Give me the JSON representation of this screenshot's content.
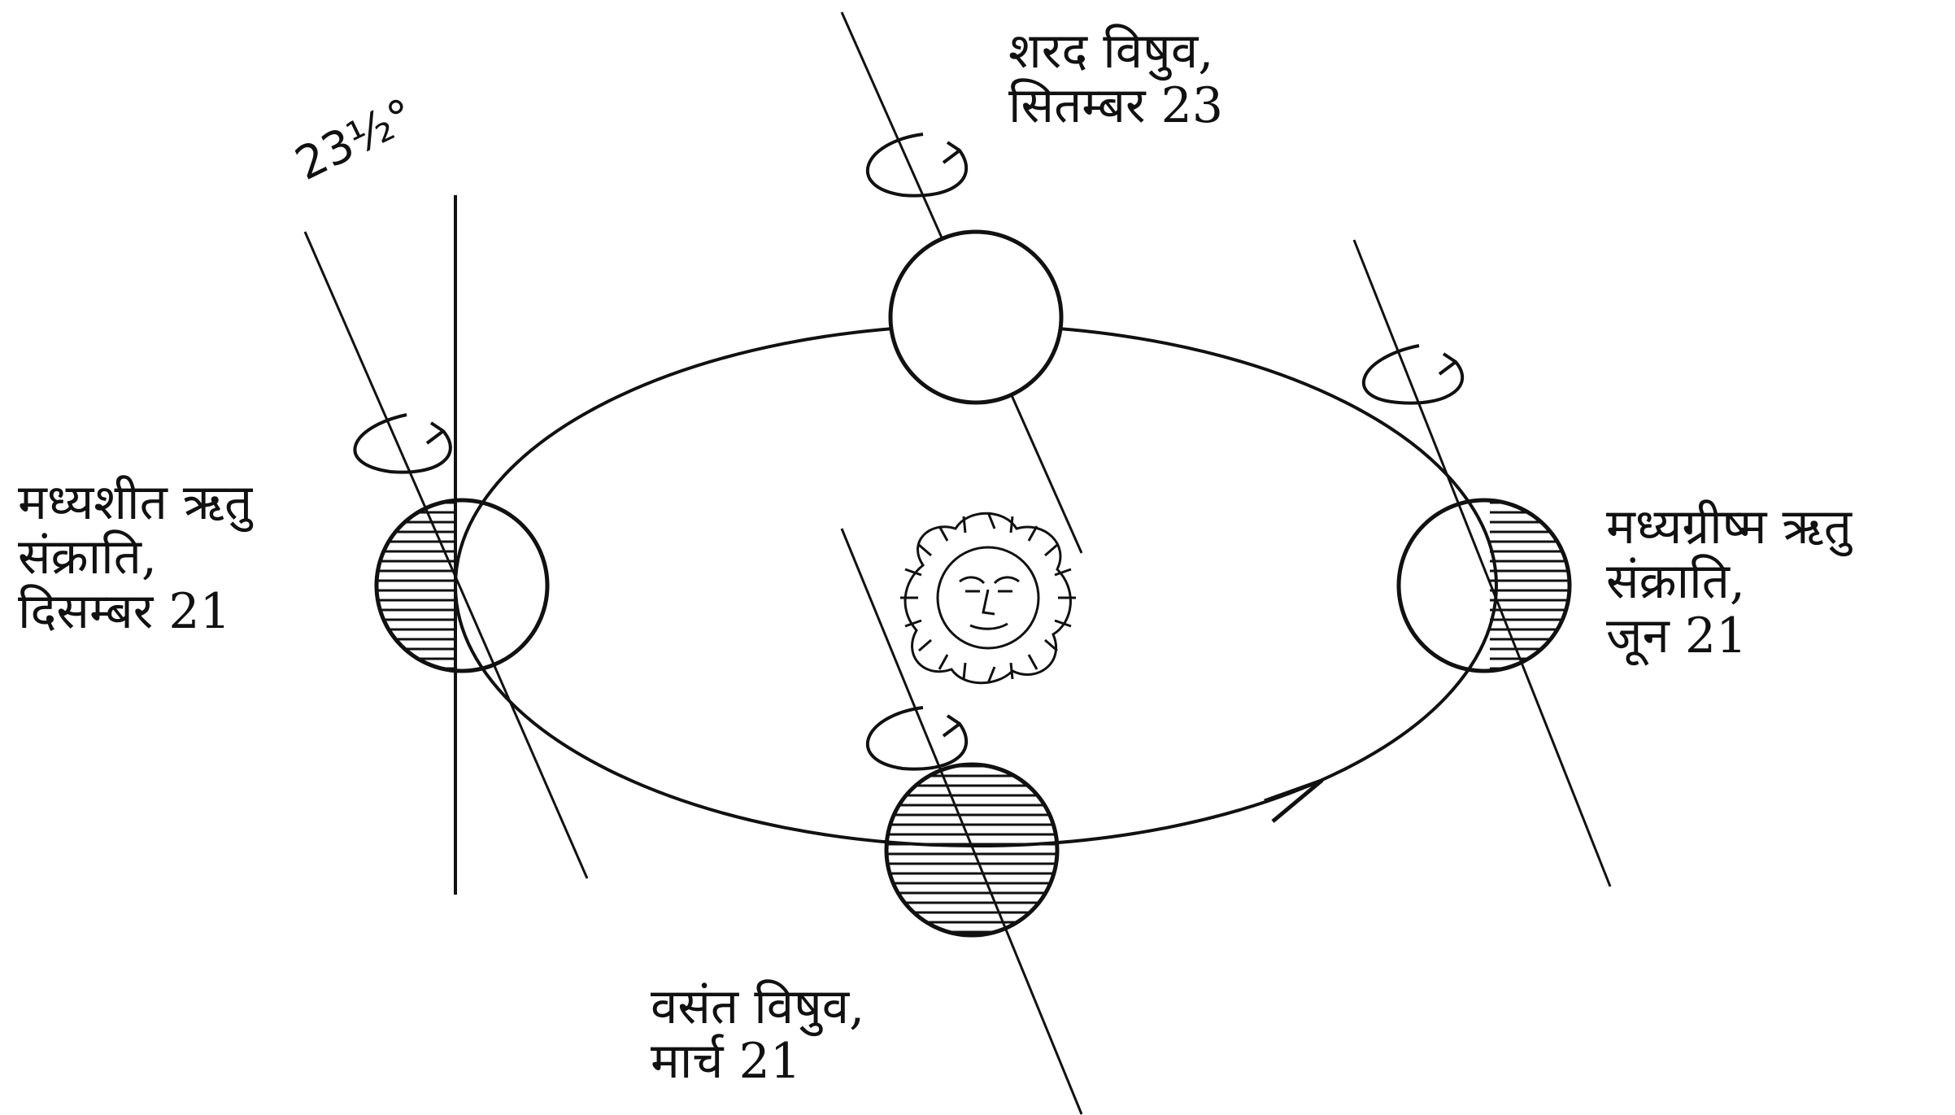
{
  "labels": {
    "winter_solstice": [
      "मध्यशीत ऋतु",
      "संक्राति,",
      "दिसम्बर 21"
    ],
    "summer_solstice": [
      "मध्यग्रीष्म ऋतु",
      "संक्राति,",
      "जून 21"
    ],
    "autumn_equinox": [
      "शरद विषुव,",
      "सितम्बर 23"
    ],
    "spring_equinox": [
      "वसंत विषुव,",
      "मार्च 21"
    ],
    "axial_tilt": "23½°"
  },
  "colors": {
    "ink": "#111111",
    "background": "#ffffff"
  },
  "icons": [
    "sun-icon",
    "rotation-arrow-icon",
    "orbit-direction-arrow-icon"
  ]
}
